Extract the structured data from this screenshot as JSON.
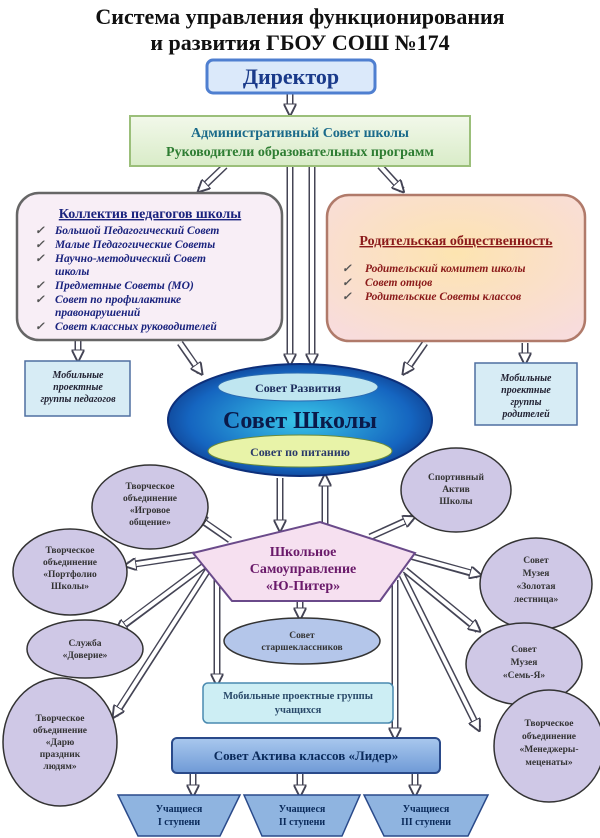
{
  "title": {
    "line1": "Система   управления   функционирования",
    "line2": "и   развития   ГБОУ   СОШ   №174"
  },
  "director": "Директор",
  "admin_council": {
    "line1": "Административный Совет школы",
    "line2": "Руководители образовательных программ"
  },
  "teachers": {
    "heading": "Коллектив педагогов школы",
    "items": [
      "Большой Педагогический Совет",
      "Малые Педагогические Советы",
      "Научно-методический Совет",
      "школы",
      "Предметные Советы (МО)",
      "Совет по профилактике",
      "правонарушений",
      "Совет классных руководителей"
    ]
  },
  "parents": {
    "heading": "Родительская общественность",
    "items": [
      "Родительский комитет школы",
      "Совет отцов",
      "Родительские Советы классов"
    ]
  },
  "mobile_teachers": [
    "Мобильные",
    "проектные",
    "группы педагогов"
  ],
  "mobile_parents": [
    "Мобильные",
    "проектные",
    "группы",
    "родителей"
  ],
  "school_council": {
    "title": "Совет Школы",
    "top": "Совет Развития",
    "bottom": "Совет по питанию"
  },
  "self_government": [
    "Школьное",
    "Самоуправление",
    "«Ю-Питер»"
  ],
  "left_groups": [
    [
      "Творческое",
      "объединение",
      "«Игровое",
      "общение»"
    ],
    [
      "Творческое",
      "объединение",
      "«Портфолио",
      "Школы»"
    ],
    [
      "Служба",
      "«Доверие»"
    ],
    [
      "Творческое",
      "объединение",
      "«Дарю",
      "праздник",
      "людям»"
    ]
  ],
  "right_groups": [
    [
      "Спортивный",
      "Актив",
      "Школы"
    ],
    [
      "Совет",
      "Музея",
      "«Золотая",
      "лестница»"
    ],
    [
      "Совет",
      "Музея",
      "«Семь-Я»"
    ],
    [
      "Творческое",
      "объединение",
      "«Менеджеры-",
      "меценаты»"
    ]
  ],
  "senior_council": [
    "Совет",
    "старшеклассников"
  ],
  "mobile_students": [
    "Мобильные проектные группы",
    "учащихся"
  ],
  "leader_council": "Совет Актива классов «Лидер»",
  "students": [
    [
      "Учащиеся",
      "I ступени"
    ],
    [
      "Учащиеся",
      "II ступени"
    ],
    [
      "Учащиеся",
      "III ступени"
    ]
  ],
  "colors": {
    "title": "#111111",
    "director": "#1a3a8a",
    "admin_text": "#2e7d32",
    "teachers_text": "#1a237e",
    "parents_text": "#8b1a1a",
    "oval_fill": "#cfc8e6",
    "blue_box": "#8fb4e0"
  }
}
